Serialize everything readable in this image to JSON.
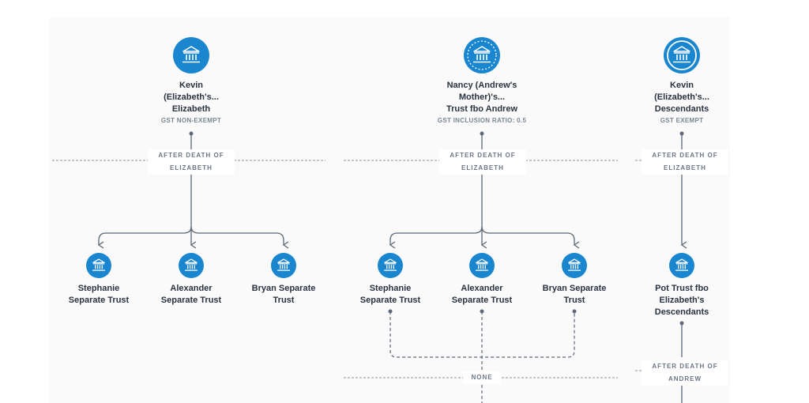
{
  "colors": {
    "primary": "#1a86cf",
    "line": "#5d6878",
    "dashed": "#8a94a3",
    "text": "#2a3340",
    "muted": "#7a8594"
  },
  "icons": [
    "bank-icon"
  ],
  "columns": [
    {
      "top_trust": {
        "name_lines": [
          "Kevin",
          "(Elizabeth's...",
          "Elizabeth"
        ],
        "gst": "GST NON-EXEMPT",
        "icon_style": "solid"
      },
      "event": [
        "AFTER DEATH OF",
        "ELIZABETH"
      ],
      "children": [
        {
          "name_lines": [
            "Stephanie",
            "Separate Trust"
          ]
        },
        {
          "name_lines": [
            "Alexander",
            "Separate Trust"
          ]
        },
        {
          "name_lines": [
            "Bryan Separate",
            "Trust"
          ]
        }
      ]
    },
    {
      "top_trust": {
        "name_lines": [
          "Nancy (Andrew's",
          "Mother)'s...",
          "Trust fbo Andrew"
        ],
        "gst": "GST INCLUSION RATIO: 0.5",
        "icon_style": "dotted"
      },
      "event": [
        "AFTER DEATH OF",
        "ELIZABETH"
      ],
      "children": [
        {
          "name_lines": [
            "Stephanie",
            "Separate Trust"
          ]
        },
        {
          "name_lines": [
            "Alexander",
            "Separate Trust"
          ]
        },
        {
          "name_lines": [
            "Bryan Separate",
            "Trust"
          ]
        }
      ],
      "next_event": [
        "NONE"
      ]
    },
    {
      "top_trust": {
        "name_lines": [
          "Kevin",
          "(Elizabeth's...",
          "Descendants"
        ],
        "gst": "GST EXEMPT",
        "icon_style": "ring"
      },
      "event": [
        "AFTER DEATH OF",
        "ELIZABETH"
      ],
      "children": [
        {
          "name_lines": [
            "Pot Trust fbo",
            "Elizabeth's",
            "Descendants"
          ]
        }
      ],
      "next_event": [
        "AFTER DEATH OF",
        "ANDREW"
      ]
    }
  ]
}
